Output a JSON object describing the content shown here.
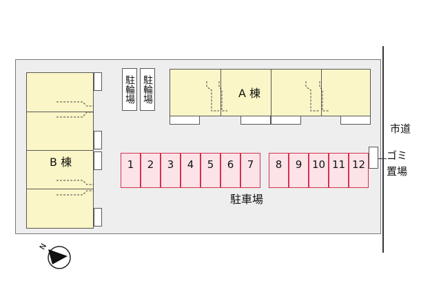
{
  "labels": {
    "building_a": "A 棟",
    "building_b": "B 棟",
    "bicycle_parking": "駐輪場",
    "parking_lot": "駐車場",
    "city_road": "市道",
    "garbage": "ゴミ置場"
  },
  "parking_spaces": [
    "1",
    "2",
    "3",
    "4",
    "5",
    "6",
    "7",
    "8",
    "9",
    "10",
    "11",
    "12"
  ],
  "compass": {
    "north_symbol": "N",
    "icon": "north-arrow-icon"
  },
  "colors": {
    "building_fill": "#fbf6c7",
    "parking_fill": "#fbe3e8",
    "parking_border": "#d4304f",
    "lot_fill": "#eeeeee"
  }
}
